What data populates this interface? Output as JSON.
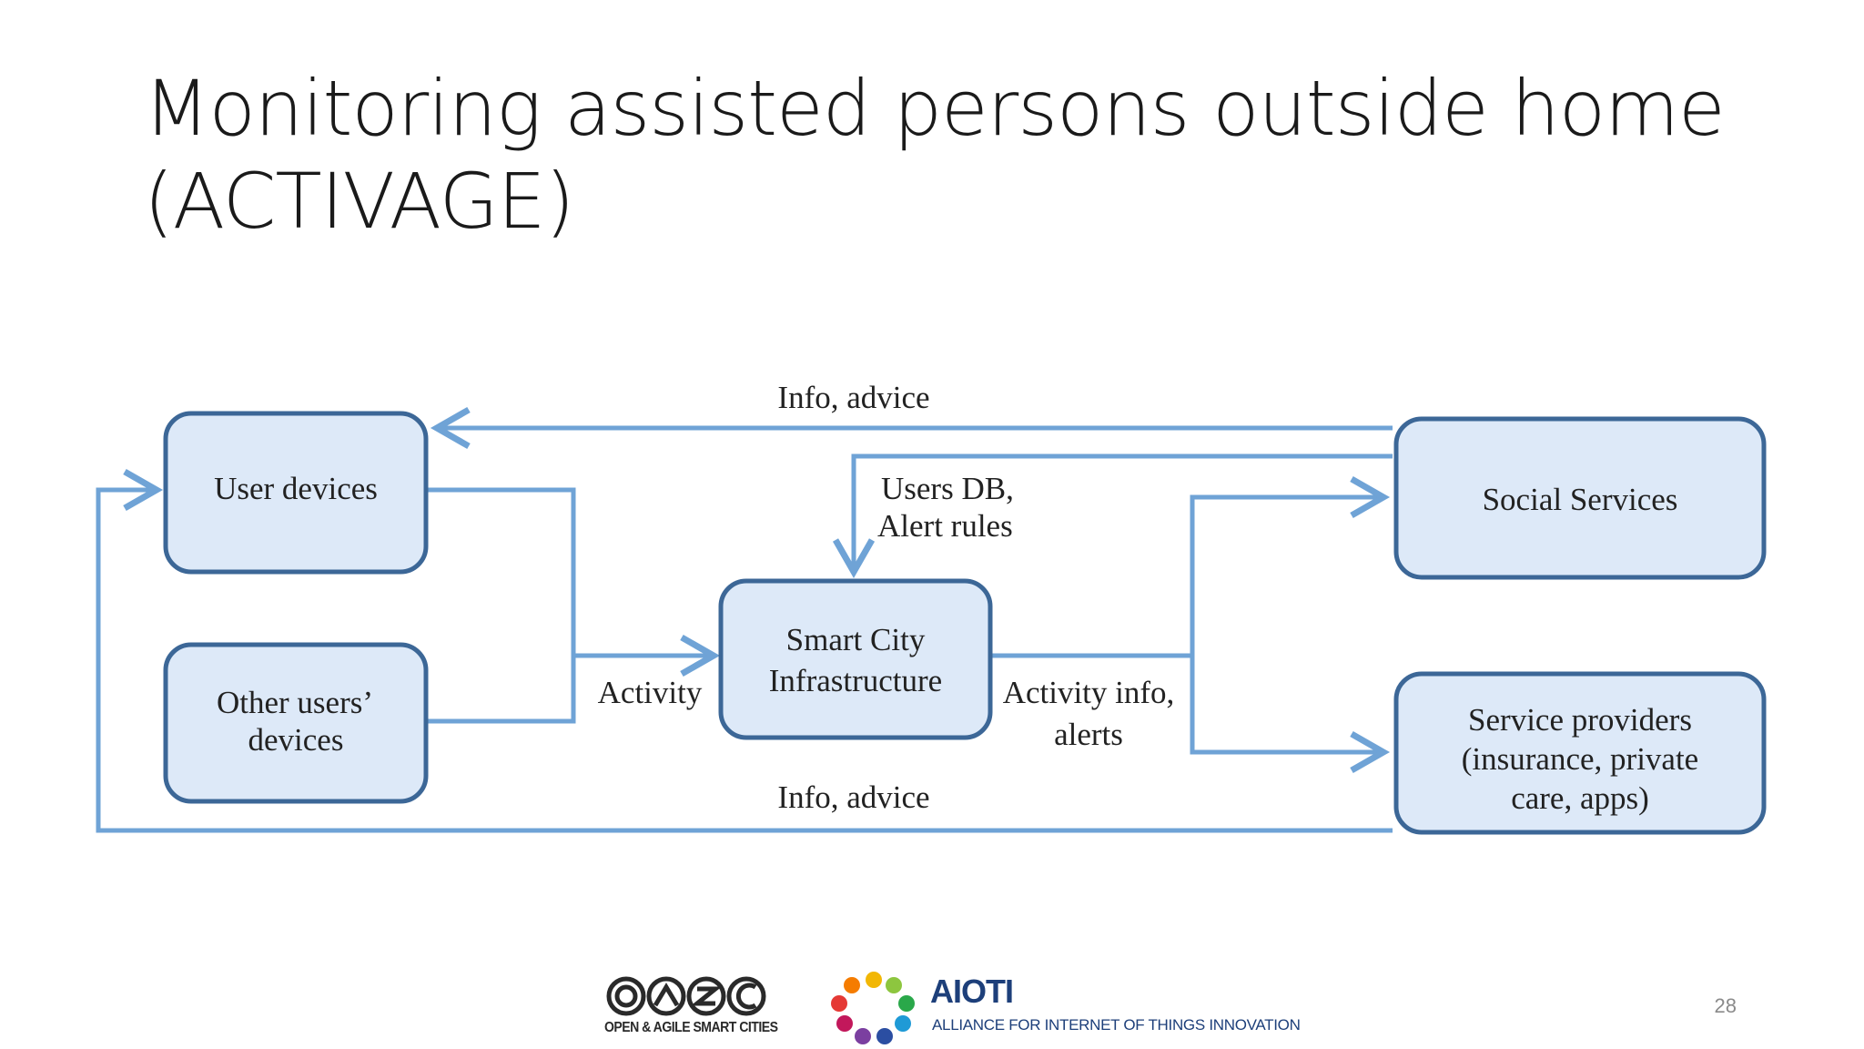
{
  "slide": {
    "title_line1": "Monitoring assisted persons outside home",
    "title_line2": "(ACTIVAGE)",
    "page_number": "28"
  },
  "diagram": {
    "colors": {
      "box_fill": "#dde9f8",
      "box_stroke": "#3c6797",
      "arrow": "#6fa3d6"
    },
    "nodes": {
      "user_devices": "User devices",
      "other_users_line1": "Other users’",
      "other_users_line2": "devices",
      "smart_city_line1": "Smart City",
      "smart_city_line2": "Infrastructure",
      "social_services": "Social Services",
      "service_providers_line1": "Service providers",
      "service_providers_line2": "(insurance, private",
      "service_providers_line3": "care, apps)"
    },
    "edge_labels": {
      "info_advice_top": "Info, advice",
      "users_db": "Users DB,",
      "alert_rules": "Alert rules",
      "activity": "Activity",
      "activity_info": "Activity info,",
      "alerts": "alerts",
      "info_advice_bottom": "Info, advice"
    }
  },
  "footer": {
    "oasc_caption": "OPEN & AGILE SMART CITIES",
    "aioti_name": "AIOTI",
    "aioti_tagline": "ALLIANCE FOR INTERNET OF THINGS INNOVATION"
  }
}
